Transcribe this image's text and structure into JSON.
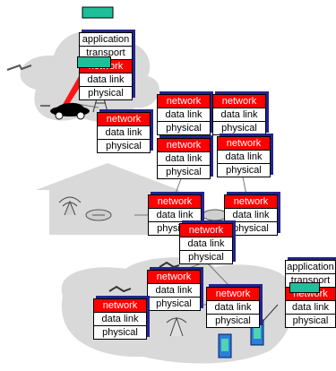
{
  "colors": {
    "network_fill": "#ff0000",
    "packet_fill": "#1fbf9a",
    "shadow": "#23238f",
    "cloud": "#d9d9d9"
  },
  "layers": {
    "application": "application",
    "transport": "transport",
    "network": "network",
    "data_link": "data link",
    "physical": "physical"
  },
  "icons": [
    "car-icon",
    "wireless-antenna-icon",
    "access-point-icon",
    "router-icon",
    "server-icon",
    "house-icon",
    "packet-icon"
  ]
}
